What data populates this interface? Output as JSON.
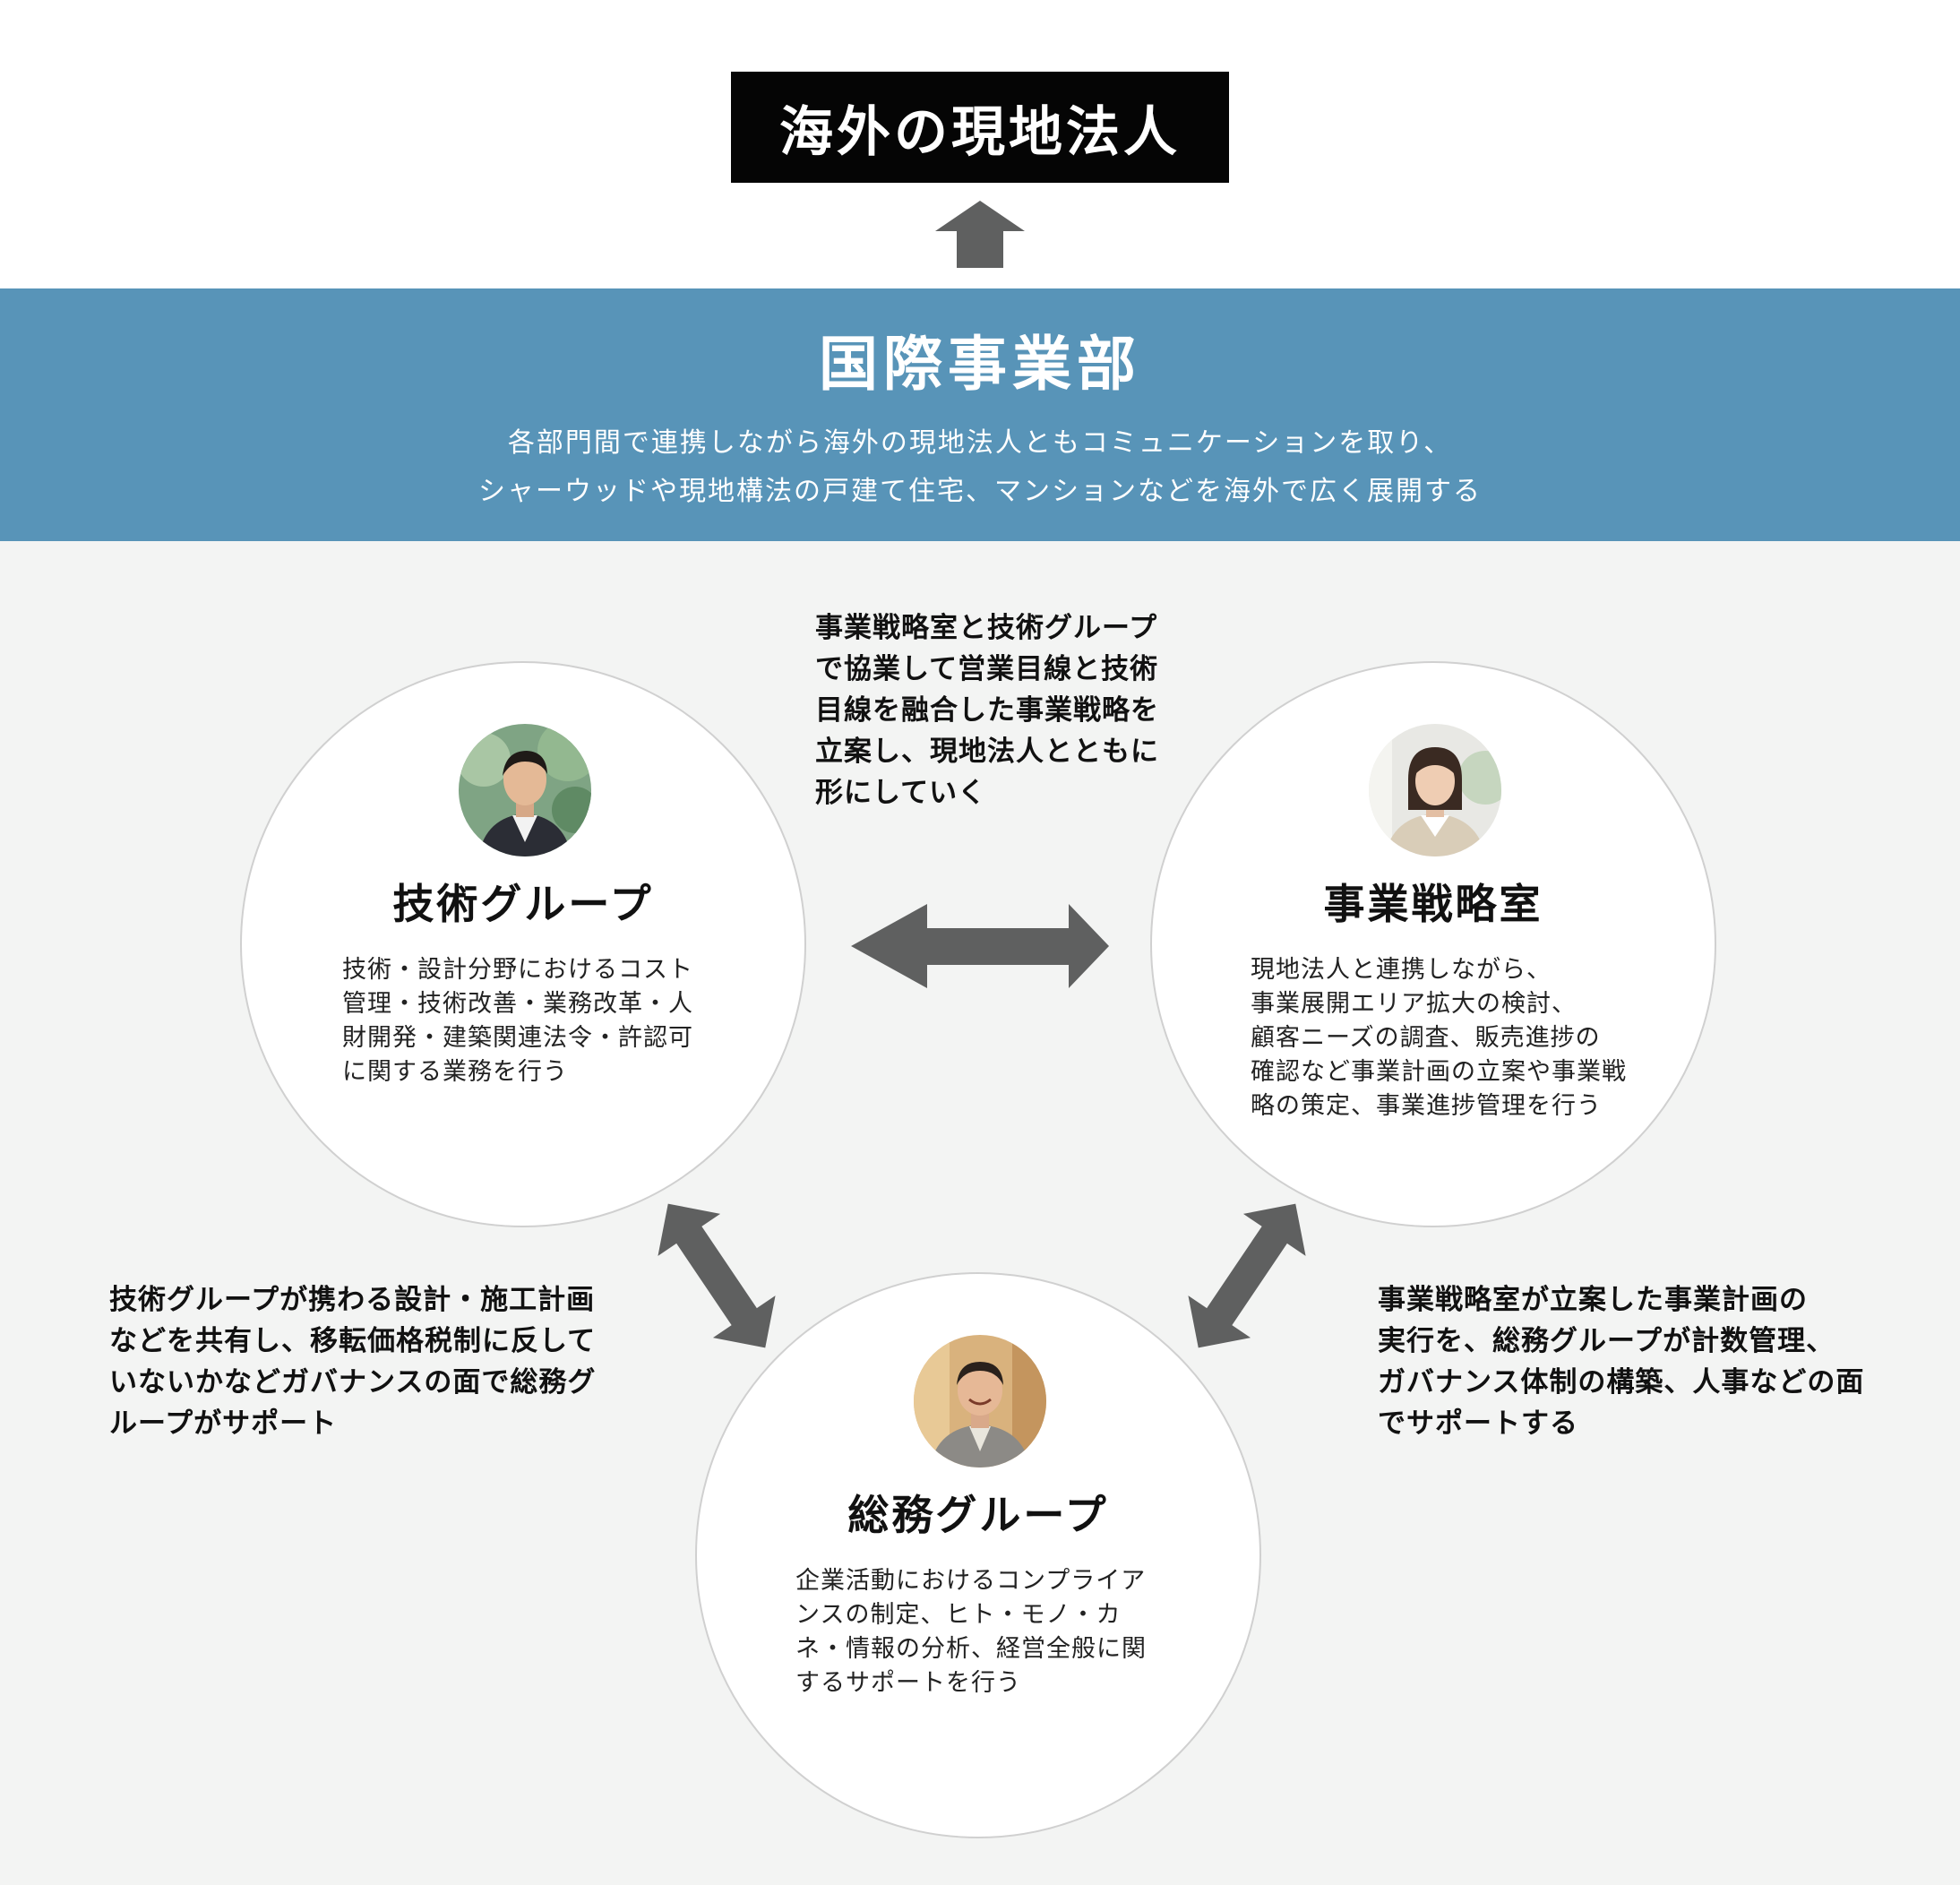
{
  "top_box": {
    "label": "海外の現地法人"
  },
  "department": {
    "title": "国際事業部",
    "description": [
      "各部門間で連携しながら海外の現地法人ともコミュニケーションを取り、",
      "シャーウッドや現地構法の戸建て住宅、マンションなどを海外で広く展開する"
    ]
  },
  "groups": {
    "tech": {
      "title": "技術グループ",
      "description": [
        "技術・設計分野におけるコスト",
        "管理・技術改善・業務改革・人",
        "財開発・建築関連法令・許認可",
        "に関する業務を行う"
      ]
    },
    "strategy": {
      "title": "事業戦略室",
      "description": [
        "現地法人と連携しながら、",
        "事業展開エリア拡大の検討、",
        "顧客ニーズの調査、販売進捗の",
        "確認など事業計画の立案や事業戦",
        "略の策定、事業進捗管理を行う"
      ]
    },
    "general": {
      "title": "総務グループ",
      "description": [
        "企業活動におけるコンプライア",
        "ンスの制定、ヒト・モノ・カ",
        "ネ・情報の分析、経営全般に関",
        "するサポートを行う"
      ]
    }
  },
  "notes": {
    "top": [
      "事業戦略室と技術グループ",
      "で協業して営業目線と技術",
      "目線を融合した事業戦略を",
      "立案し、現地法人とともに",
      "形にしていく"
    ],
    "left": [
      "技術グループが携わる設計・施工計画",
      "などを共有し、移転価格税制に反して",
      "いないかなどガバナンスの面で総務グ",
      "ループがサポート"
    ],
    "right": [
      "事業戦略室が立案した事業計画の",
      "実行を、総務グループが計数管理、",
      "ガバナンス体制の構築、人事などの面",
      "でサポートする"
    ]
  },
  "colors": {
    "band": "#5894b8",
    "arrow": "#5f6060",
    "top_box": "#050505",
    "lower_background": "#f3f4f3"
  }
}
